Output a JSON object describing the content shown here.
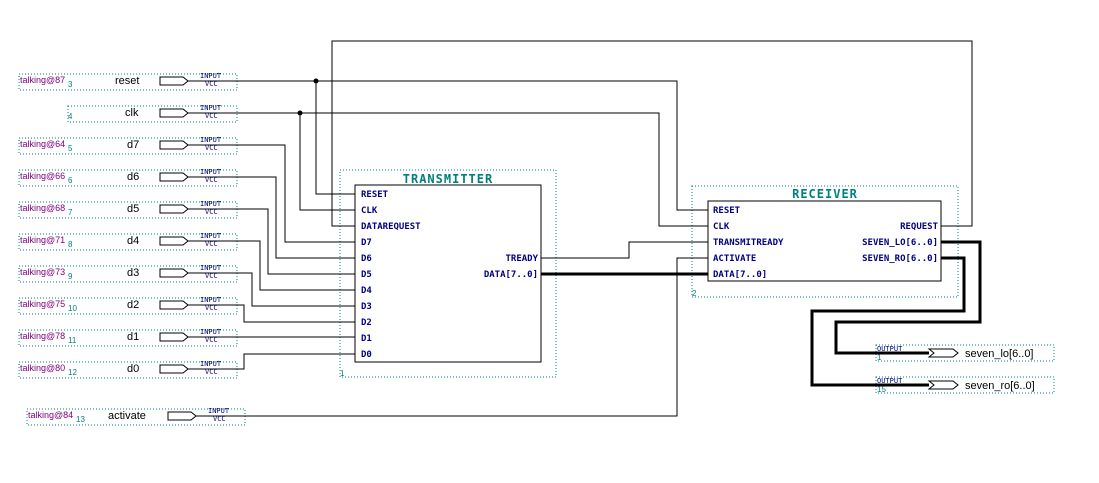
{
  "inputs": [
    {
      "name": "reset",
      "loc": "talking@87",
      "num": "3",
      "kind": "INPUT",
      "vcc": "VCC"
    },
    {
      "name": "clk",
      "loc": "",
      "num": "4",
      "kind": "INPUT",
      "vcc": "VCC"
    },
    {
      "name": "d7",
      "loc": "talking@64",
      "num": "5",
      "kind": "INPUT",
      "vcc": "VCC"
    },
    {
      "name": "d6",
      "loc": "talking@66",
      "num": "6",
      "kind": "INPUT",
      "vcc": "VCC"
    },
    {
      "name": "d5",
      "loc": "talking@68",
      "num": "7",
      "kind": "INPUT",
      "vcc": "VCC"
    },
    {
      "name": "d4",
      "loc": "talking@71",
      "num": "8",
      "kind": "INPUT",
      "vcc": "VCC"
    },
    {
      "name": "d3",
      "loc": "talking@73",
      "num": "9",
      "kind": "INPUT",
      "vcc": "VCC"
    },
    {
      "name": "d2",
      "loc": "talking@75",
      "num": "10",
      "kind": "INPUT",
      "vcc": "VCC"
    },
    {
      "name": "d1",
      "loc": "talking@78",
      "num": "11",
      "kind": "INPUT",
      "vcc": "VCC"
    },
    {
      "name": "d0",
      "loc": "talking@80",
      "num": "12",
      "kind": "INPUT",
      "vcc": "VCC"
    },
    {
      "name": "activate",
      "loc": "talking@84",
      "num": "13",
      "kind": "INPUT",
      "vcc": "VCC"
    }
  ],
  "transmitter": {
    "title": "TRANSMITTER",
    "num": "1",
    "left_ports": [
      "RESET",
      "CLK",
      "DATAREQUEST",
      "D7",
      "D6",
      "D5",
      "D4",
      "D3",
      "D2",
      "D1",
      "D0"
    ],
    "right_ports": [
      "TREADY",
      "DATA[7..0]"
    ]
  },
  "receiver": {
    "title": "RECEIVER",
    "num": "2",
    "left_ports": [
      "RESET",
      "CLK",
      "TRANSMITREADY",
      "ACTIVATE",
      "DATA[7..0]"
    ],
    "right_ports": [
      "REQUEST",
      "SEVEN_LO[6..0]",
      "SEVEN_RO[6..0]"
    ]
  },
  "outputs": [
    {
      "name": "seven_lo[6..0]",
      "num": "1",
      "kind": "OUTPUT"
    },
    {
      "name": "seven_ro[6..0]",
      "num": "15",
      "kind": "OUTPUT"
    }
  ]
}
